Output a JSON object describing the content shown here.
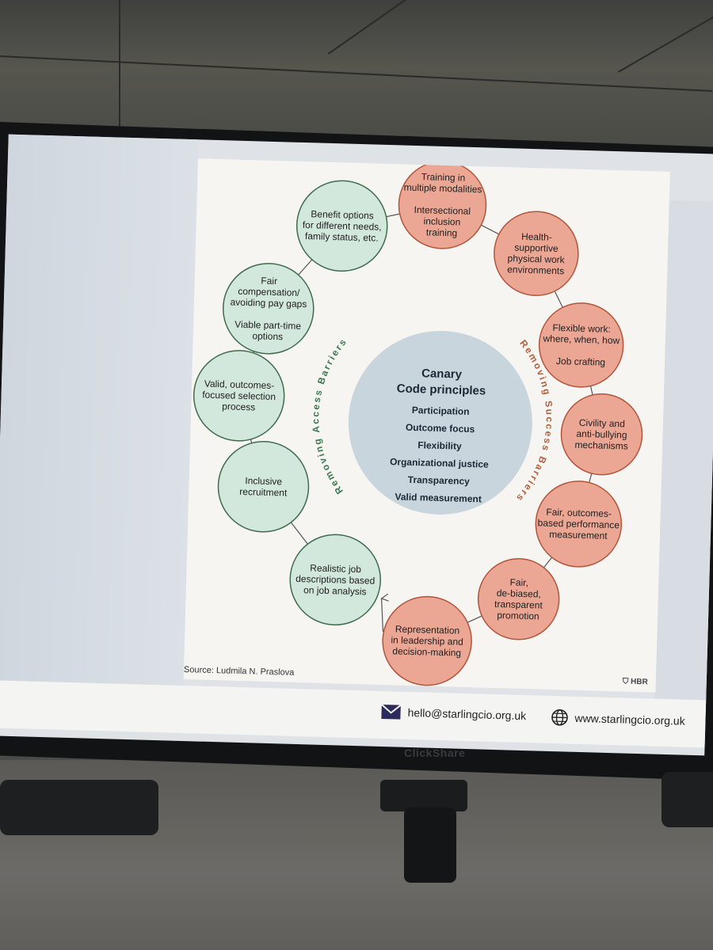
{
  "diagram": {
    "center_title": [
      "Canary",
      "Code principles"
    ],
    "center_principles": [
      "Participation",
      "Outcome focus",
      "Flexibility",
      "Organizational justice",
      "Transparency",
      "Valid measurement"
    ],
    "left_arc_label": "Removing Access Barriers",
    "right_arc_label": "Removing Success Barriers",
    "green_bubbles": [
      {
        "lines": [
          "Benefit options",
          "for different needs,",
          "family status, etc."
        ]
      },
      {
        "lines": [
          "Fair",
          "compensation/",
          "avoiding pay gaps",
          "",
          "Viable part-time",
          "options"
        ]
      },
      {
        "lines": [
          "Valid, outcomes-",
          "focused selection",
          "process"
        ]
      },
      {
        "lines": [
          "Inclusive",
          "recruitment"
        ]
      },
      {
        "lines": [
          "Realistic job",
          "descriptions based",
          "on job analysis"
        ]
      }
    ],
    "orange_bubbles": [
      {
        "lines": [
          "Training in",
          "multiple modalities",
          "",
          "Intersectional",
          "inclusion",
          "training"
        ]
      },
      {
        "lines": [
          "Health-",
          "supportive",
          "physical work",
          "environments"
        ]
      },
      {
        "lines": [
          "Flexible work:",
          "where, when, how",
          "",
          "Job crafting"
        ]
      },
      {
        "lines": [
          "Civility and",
          "anti-bullying",
          "mechanisms"
        ]
      },
      {
        "lines": [
          "Fair, outcomes-",
          "based performance",
          "measurement"
        ]
      },
      {
        "lines": [
          "Fair,",
          "de-biased,",
          "transparent",
          "promotion"
        ]
      },
      {
        "lines": [
          "Representation",
          "in leadership and",
          "decision-making"
        ]
      }
    ],
    "colors": {
      "green_fill": "#d3e8dc",
      "green_stroke": "#3f6b4e",
      "orange_fill": "#eba694",
      "orange_stroke": "#b1553c",
      "center_fill": "#c9d5dd",
      "connector": "#555555",
      "left_label": "#3d7a4e",
      "right_label": "#b0613f"
    }
  },
  "slide": {
    "source": "Source: Ludmila N. Praslova",
    "logo": "HBR"
  },
  "footer": {
    "email_icon": "envelope-icon",
    "email": "hello@starlingcio.org.uk",
    "web_icon": "globe-icon",
    "website": "www.starlingcio.org.uk"
  },
  "tv": {
    "brand": "ClickShare"
  }
}
